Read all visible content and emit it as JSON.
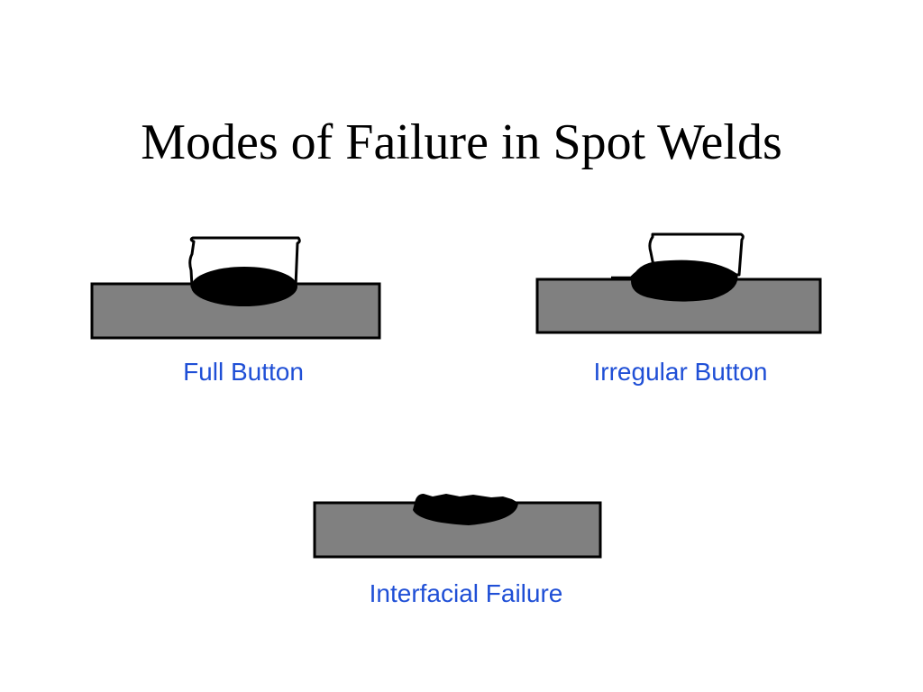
{
  "slide": {
    "title": "Modes of Failure in Spot Welds",
    "caption_color": "#1f4fd6",
    "sheet_fill": "#808080",
    "nugget_fill": "#000000",
    "outline_color": "#000000",
    "background": "#ffffff"
  },
  "diagrams": [
    {
      "id": "full-button",
      "label": "Full Button"
    },
    {
      "id": "irregular-button",
      "label": "Irregular Button"
    },
    {
      "id": "interfacial-failure",
      "label": "Interfacial Failure"
    }
  ]
}
